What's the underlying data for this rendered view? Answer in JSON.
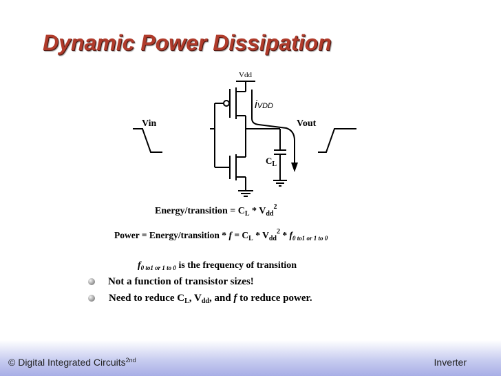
{
  "slide": {
    "title": "Dynamic Power Dissipation"
  },
  "circuit": {
    "vdd_label": "Vdd",
    "ivdd_label_i": "i",
    "ivdd_label_sub": "VDD",
    "vin_label": "Vin",
    "vout_label": "Vout",
    "cl_label_c": "C",
    "cl_label_sub": "L"
  },
  "equations": {
    "energy": {
      "prefix": "Energy/transition = C",
      "cl_sub": "L",
      "mid": " * V",
      "vdd_sub": "dd",
      "sup": "2"
    },
    "power": {
      "prefix": "Power = Energy/transition * ",
      "f": "f",
      "mid1": " = C",
      "cl_sub": "L",
      "mid2": " * V",
      "vdd_sub": "dd",
      "sup": "2",
      "mid3": " * ",
      "f2": "f",
      "f_sub": "0 to1  or 1 to 0"
    },
    "freq_note": {
      "f": "f",
      "f_sub": "0 to1  or 1 to 0",
      "text": " is the frequency of transition"
    }
  },
  "bullets": [
    {
      "text": "Not a function of transistor sizes!"
    },
    {
      "p1": "Need to reduce C",
      "cl_sub": "L",
      "p2": ", V",
      "vdd_sub": "dd",
      "p3": ", and ",
      "f": "f",
      "p4": " to reduce power."
    }
  ],
  "footer": {
    "left": "© Digital Integrated Circuits",
    "left_sup": "2nd",
    "right": "Inverter"
  }
}
